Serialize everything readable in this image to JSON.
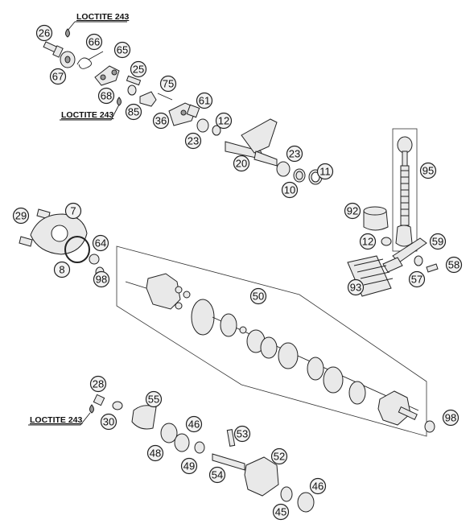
{
  "loctite_label": "LOCTITE 243",
  "part_numbers": {
    "p26": "26",
    "p66": "66",
    "p65": "65",
    "p67": "67",
    "p25": "25",
    "p68": "68",
    "p85": "85",
    "p75": "75",
    "p36": "36",
    "p61": "61",
    "p12a": "12",
    "p23a": "23",
    "p20": "20",
    "p23b": "23",
    "p10": "10",
    "p11": "11",
    "p95": "95",
    "p92": "92",
    "p12b": "12",
    "p59": "59",
    "p58": "58",
    "p57": "57",
    "p93": "93",
    "p29": "29",
    "p7": "7",
    "p8": "8",
    "p64": "64",
    "p98a": "98",
    "p50": "50",
    "p98b": "98",
    "p28": "28",
    "p30": "30",
    "p55": "55",
    "p46a": "46",
    "p48": "48",
    "p53": "53",
    "p49": "49",
    "p52": "52",
    "p54": "54",
    "p46b": "46",
    "p45": "45"
  }
}
